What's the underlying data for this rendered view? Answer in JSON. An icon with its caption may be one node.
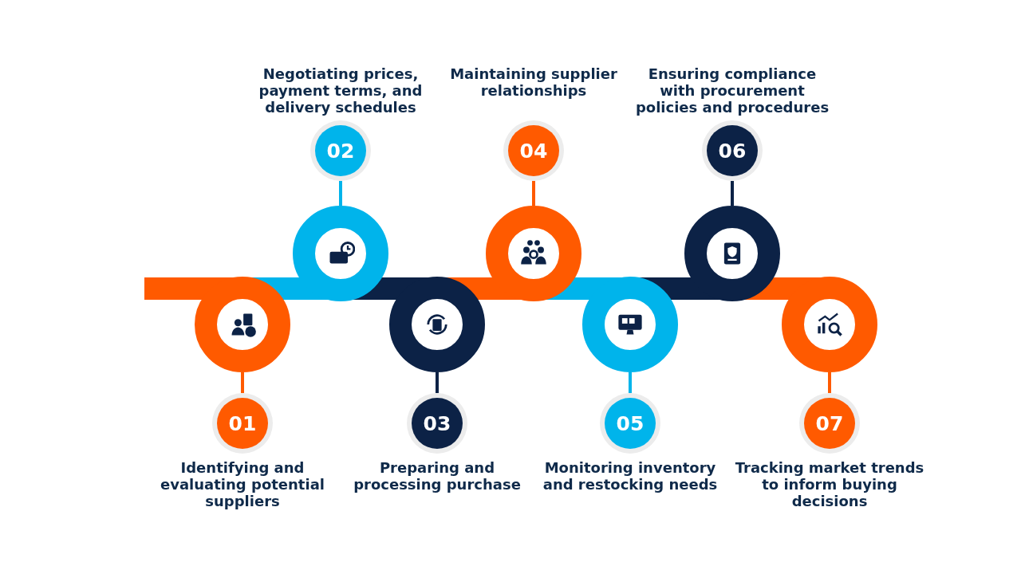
{
  "diagram": {
    "nodes": [
      {
        "text": [
          "01",
          "Identifying and evaluating potential suppliers"
        ]
      },
      {
        "text": [],
        "shape": "circle"
      },
      {
        "text": [
          "Negotiating prices, payment terms, and delivery schedules",
          "02"
        ]
      },
      {
        "text": [],
        "shape": "circle"
      },
      {
        "text": [
          "03",
          "Preparing and processing purchase"
        ]
      },
      {
        "text": [],
        "shape": "circle"
      },
      {
        "text": [
          "Maintaining supplier relationships",
          "04"
        ]
      },
      {
        "text": [],
        "shape": "circle"
      },
      {
        "text": [
          "05",
          "Monitoring inventory and restocking needs"
        ]
      },
      {
        "text": [],
        "shape": "circle"
      },
      {
        "text": [
          "Ensuring compliance with procurement policies and procedures",
          "06"
        ]
      },
      {
        "text": [],
        "shape": "circle"
      },
      {
        "text": [
          "07",
          "Tracking market trends to inform buying decisions"
        ]
      },
      {
        "text": [],
        "shape": "circle"
      }
    ],
    "edges": [
      {
        "from": 1,
        "to": 0,
        "arrow": "none",
        "color": "#ff5a00"
      },
      {
        "from": 3,
        "to": 2,
        "arrow": "none",
        "color": "#00b4eb"
      },
      {
        "from": 5,
        "to": 4,
        "arrow": "none",
        "color": "#0c2246"
      },
      {
        "from": 7,
        "to": 6,
        "arrow": "none",
        "color": "#ff5a00"
      },
      {
        "from": 9,
        "to": 8,
        "arrow": "none",
        "color": "#00b4eb"
      },
      {
        "from": 11,
        "to": 10,
        "arrow": "none",
        "color": "#0c2246"
      },
      {
        "from": 13,
        "to": 12,
        "arrow": "none",
        "color": "#ff5a00"
      }
    ]
  }
}
